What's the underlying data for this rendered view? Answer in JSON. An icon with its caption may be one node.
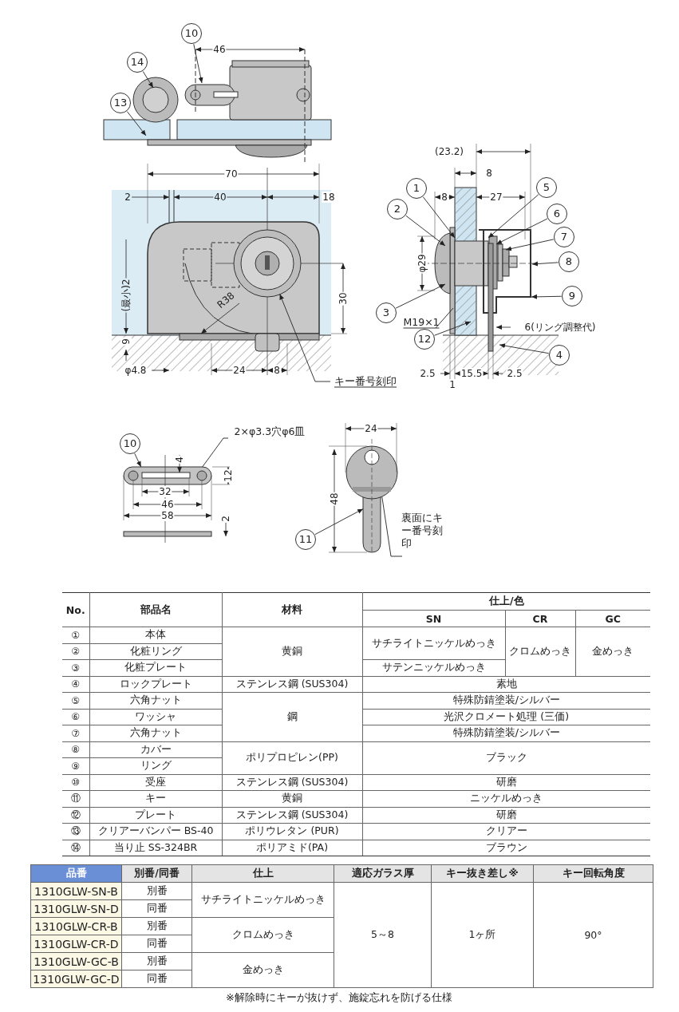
{
  "diagram": {
    "caption": "※解除時にキーが抜けず、施錠忘れを防げる仕様",
    "nodes": [
      {
        "text": [
          "10"
        ]
      },
      {
        "text": [
          "14"
        ]
      },
      {
        "text": [
          "13"
        ]
      },
      {
        "text": [
          "キー番号刻印"
        ]
      },
      {
        "text": [
          "1"
        ]
      },
      {
        "text": [
          "2"
        ]
      },
      {
        "text": [
          "3"
        ]
      },
      {
        "text": [
          "M19×1"
        ]
      },
      {
        "text": [
          "12"
        ]
      },
      {
        "text": [
          "5"
        ]
      },
      {
        "text": [
          "6"
        ]
      },
      {
        "text": [
          "7"
        ]
      },
      {
        "text": [
          "8"
        ]
      },
      {
        "text": [
          "9"
        ]
      },
      {
        "text": [
          "4"
        ]
      },
      {
        "text": [
          "10"
        ]
      },
      {
        "text": [
          "2×φ3.3穴φ6皿"
        ]
      },
      {
        "text": [
          "11"
        ]
      },
      {
        "text": [
          "裏面にキー番号刻印"
        ]
      },
      {
        "text": [],
        "shape": "circle"
      },
      {
        "text": [],
        "shape": "picture"
      },
      {
        "text": [],
        "shape": "picture"
      }
    ],
    "edges": [
      {
        "from": 0,
        "to": null,
        "arrow": "to"
      },
      {
        "from": 1,
        "to": null,
        "arrow": "to"
      },
      {
        "from": 2,
        "to": null,
        "arrow": "to"
      },
      {
        "from": 3,
        "to": 19,
        "arrow": "to"
      },
      {
        "from": 4,
        "to": null,
        "arrow": "to"
      },
      {
        "from": 5,
        "to": null,
        "arrow": "to"
      },
      {
        "from": 6,
        "to": null,
        "arrow": "to"
      },
      {
        "from": 7,
        "to": null,
        "arrow": "none"
      },
      {
        "from": 8,
        "to": null,
        "arrow": "to"
      },
      {
        "from": 9,
        "to": null,
        "arrow": "to"
      },
      {
        "from": 10,
        "to": null,
        "arrow": "to"
      },
      {
        "from": 11,
        "to": null,
        "arrow": "to"
      },
      {
        "from": 12,
        "to": null,
        "arrow": "to"
      },
      {
        "from": 13,
        "to": null,
        "arrow": "to"
      },
      {
        "from": 14,
        "to": null,
        "arrow": "to"
      },
      {
        "from": 15,
        "to": 20,
        "arrow": "to"
      },
      {
        "from": 16,
        "to": 20,
        "arrow": "none"
      },
      {
        "from": 17,
        "to": 21,
        "arrow": "to"
      },
      {
        "from": 18,
        "to": 21,
        "arrow": "none"
      }
    ],
    "labels": [
      "46",
      "70",
      "2",
      "40",
      "18",
      "(最小)2",
      "30",
      "R38",
      "9",
      "φ4.8",
      "24",
      "8",
      "(23.2)",
      "8",
      "8",
      "27",
      "φ29",
      "6(リング調整代)",
      "2.5",
      "15.5",
      "2.5",
      "1",
      "4",
      "12",
      "32",
      "46",
      "58",
      "2",
      "24",
      "48",
      "No.",
      "部品名",
      "材料",
      "仕上/色",
      "SN",
      "CR",
      "GC",
      "①",
      "本体",
      "黄銅",
      "サチライトニッケルめっき",
      "クロムめっき",
      "金めっき",
      "②",
      "化粧リング",
      "③",
      "化粧プレート",
      "サテンニッケルめっき",
      "④",
      "ロックプレート",
      "ステンレス鋼 (SUS304)",
      "素地",
      "⑤",
      "六角ナット",
      "鋼",
      "特殊防錆塗装/シルバー",
      "⑥",
      "ワッシャ",
      "光沢クロメート処理 (三価)",
      "⑦",
      "六角ナット",
      "特殊防錆塗装/シルバー",
      "⑧",
      "カバー",
      "ポリプロピレン(PP)",
      "ブラック",
      "⑨",
      "リング",
      "⑩",
      "受座",
      "ステンレス鋼 (SUS304)",
      "研磨",
      "⑪",
      "キー",
      "黄銅",
      "ニッケルめっき",
      "⑫",
      "プレート",
      "ステンレス鋼 (SUS304)",
      "研磨",
      "⑬",
      "クリアーバンパー BS-40",
      "ポリウレタン (PUR)",
      "クリアー",
      "⑭",
      "当り止 SS-324BR",
      "ポリアミド(PA)",
      "ブラウン",
      "品番",
      "別番/同番",
      "仕上",
      "適応ガラス厚",
      "キー抜き差し※",
      "キー回転角度",
      "1310GLW-SN-B",
      "別番",
      "サチライトニッケルめっき",
      "5～8",
      "1ヶ所",
      "90°",
      "1310GLW-SN-D",
      "同番",
      "1310GLW-CR-B",
      "別番",
      "クロムめっき",
      "1310GLW-CR-D",
      "同番",
      "1310GLW-GC-B",
      "別番",
      "金めっき",
      "1310GLW-GC-D",
      "同番"
    ]
  }
}
